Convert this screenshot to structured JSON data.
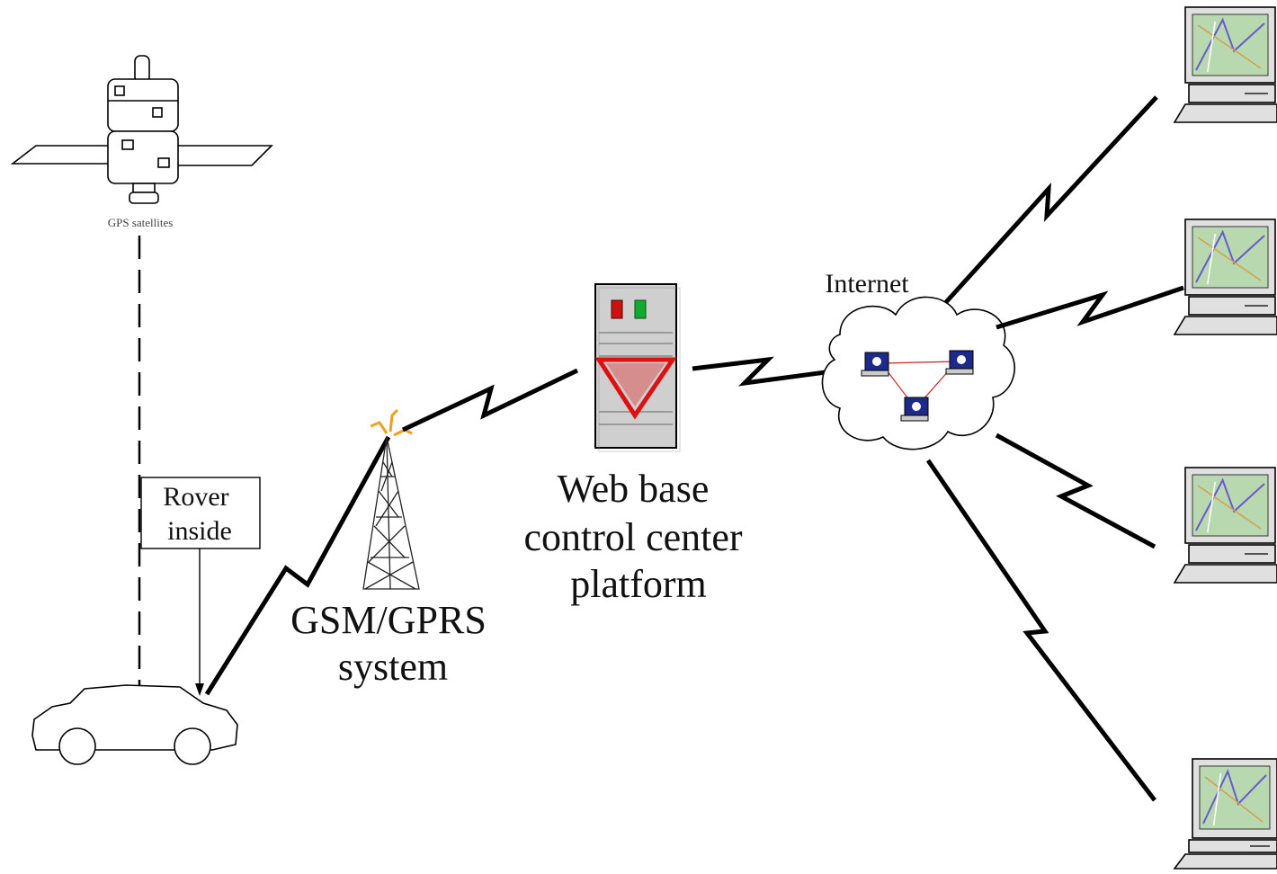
{
  "labels": {
    "satellite": "GPS satellites",
    "rover_line1": "Rover",
    "rover_line2": "inside",
    "tower_line1": "GSM/GPRS",
    "tower_line2": "system",
    "server_line1": "Web base",
    "server_line2": "control center",
    "server_line3": "platform",
    "internet": "Internet"
  },
  "colors": {
    "line": "#000000",
    "server_body": "#cfcfcf",
    "server_red_led": "#cc1111",
    "server_green_led": "#11aa33",
    "server_mark": "#e01010",
    "cloud_node": "#1d2a8a",
    "cloud_link": "#cc2222",
    "monitor_screen": "#b8d8b0",
    "antenna_spark": "#f0a020"
  },
  "icons": [
    "satellite-icon",
    "car-icon",
    "cell-tower-icon",
    "server-icon",
    "internet-cloud-icon",
    "laptop-icon",
    "desktop-computer-icon",
    "lightning-link-icon"
  ]
}
